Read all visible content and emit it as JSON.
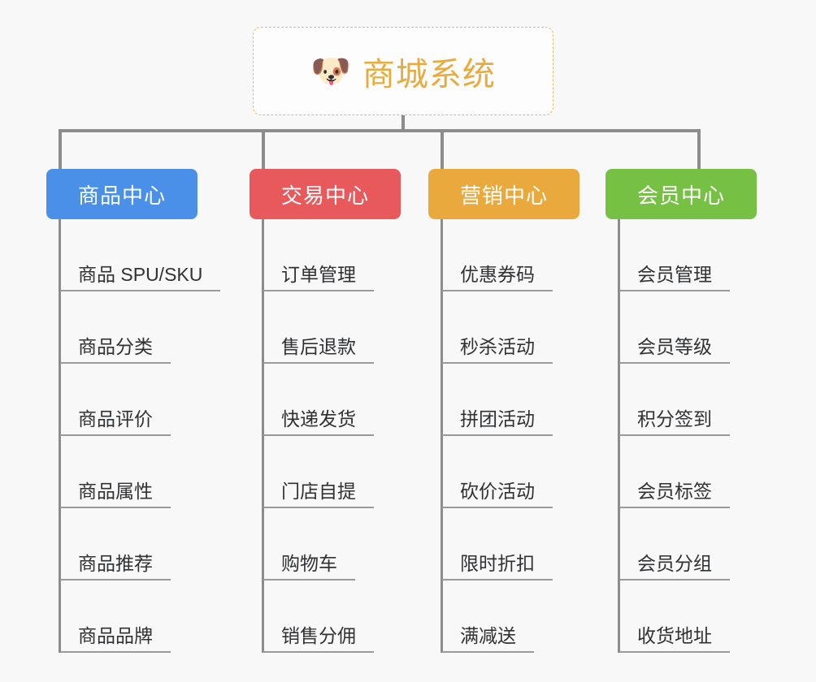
{
  "page": {
    "background_color": "#f8f8f8",
    "connector_color": "#8c8c8c",
    "leaf_text_color": "#303133",
    "leaf_underline_color": "#9a9a9a"
  },
  "root": {
    "icon": "dog-face-emoji",
    "emoji": "🐶",
    "title": "商城系统",
    "title_color": "#e8ab3d",
    "border_color": "#e8b96a",
    "background_color": "#fdfdfd"
  },
  "branches": [
    {
      "id": "product-center",
      "label": "商品中心",
      "color": "#4a90e8",
      "items": [
        {
          "label": "商品 SPU/SKU"
        },
        {
          "label": "商品分类"
        },
        {
          "label": "商品评价"
        },
        {
          "label": "商品属性"
        },
        {
          "label": "商品推荐"
        },
        {
          "label": "商品品牌"
        }
      ]
    },
    {
      "id": "trade-center",
      "label": "交易中心",
      "color": "#e8595b",
      "items": [
        {
          "label": "订单管理"
        },
        {
          "label": "售后退款"
        },
        {
          "label": "快递发货"
        },
        {
          "label": "门店自提"
        },
        {
          "label": "购物车"
        },
        {
          "label": "销售分佣"
        }
      ]
    },
    {
      "id": "marketing-center",
      "label": "营销中心",
      "color": "#eaa93d",
      "items": [
        {
          "label": "优惠券码"
        },
        {
          "label": "秒杀活动"
        },
        {
          "label": "拼团活动"
        },
        {
          "label": "砍价活动"
        },
        {
          "label": "限时折扣"
        },
        {
          "label": "满减送"
        }
      ]
    },
    {
      "id": "member-center",
      "label": "会员中心",
      "color": "#76c043",
      "items": [
        {
          "label": "会员管理"
        },
        {
          "label": "会员等级"
        },
        {
          "label": "积分签到"
        },
        {
          "label": "会员标签"
        },
        {
          "label": "会员分组"
        },
        {
          "label": "收货地址"
        }
      ]
    }
  ]
}
